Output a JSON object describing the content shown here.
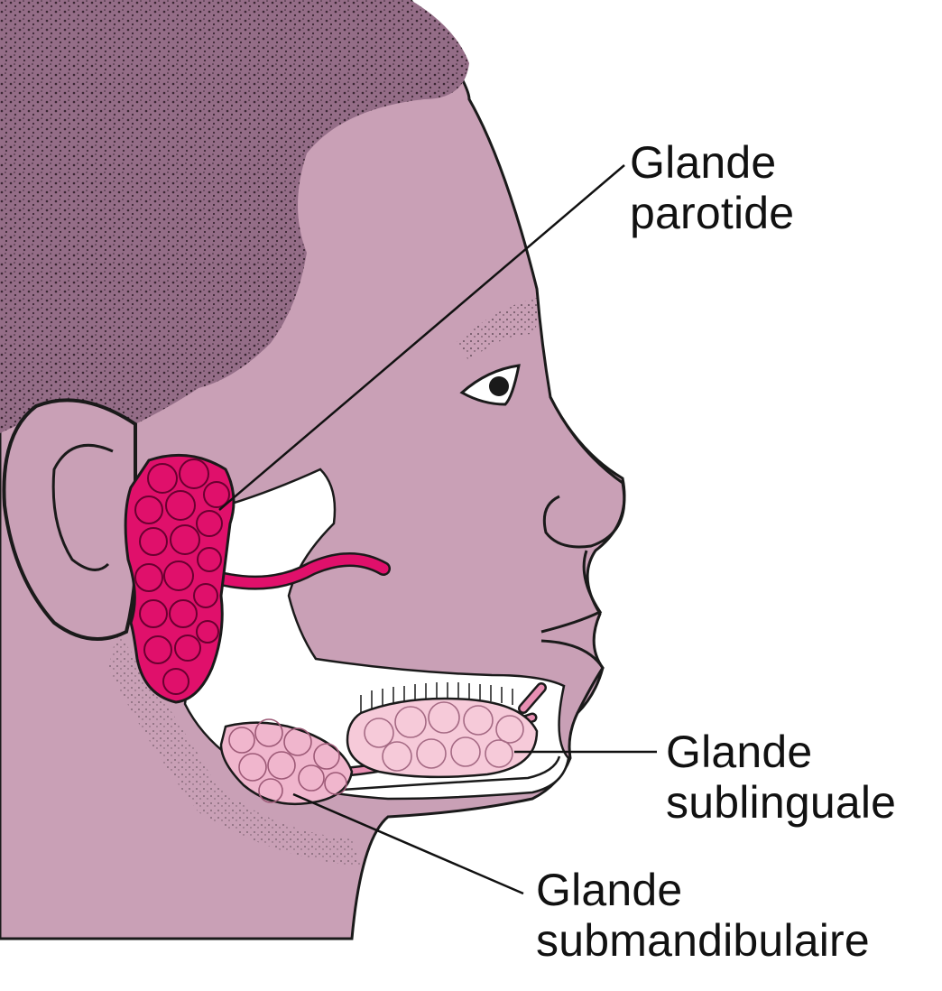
{
  "labels": {
    "parotid": {
      "line1": "Glande",
      "line2": "parotide"
    },
    "sublingual": {
      "line1": "Glande",
      "line2": "sublinguale"
    },
    "submandibular": {
      "line1": "Glande",
      "line2": "submandibulaire"
    }
  },
  "colors": {
    "skin": "#c9a0b6",
    "hair": "#946d87",
    "parotid_gland": "#e0106b",
    "submandibular_gland": "#f0b6cd",
    "sublingual_gland": "#f6cad9",
    "mouth_cavity": "#ffffff",
    "outline": "#1a1a1a"
  }
}
